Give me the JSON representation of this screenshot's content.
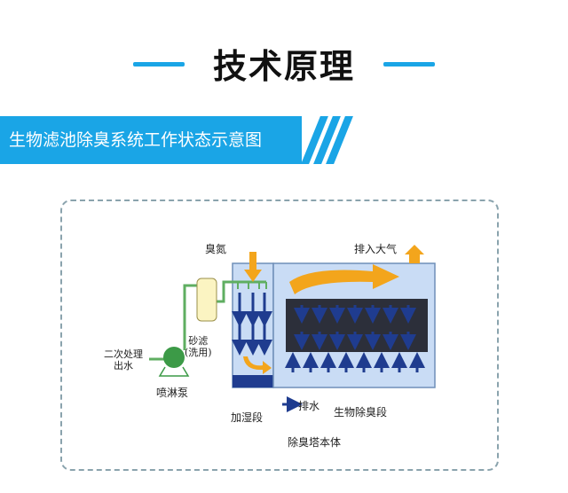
{
  "header": {
    "title": "技术原理",
    "accent_color": "#1aa5e6"
  },
  "banner": {
    "text": "生物滤池除臭系统工作状态示意图",
    "color": "#1aa5e6"
  },
  "diagram": {
    "labels": {
      "odor_in": "臭氮",
      "exhaust": "排入大气",
      "filter_tank": "砂滤\n(洗用)",
      "secondary_effluent": "二次处理\n出水",
      "spray_pump": "喷淋泵",
      "humidify_section": "加湿段",
      "drain": "排水",
      "bio_section": "生物除臭段",
      "deodor_tower": "除臭塔本体"
    },
    "colors": {
      "tank_fill": "#c9dcf5",
      "tank_stroke": "#6f8fb8",
      "media_dark": "#2c2f3a",
      "air_arrow": "#f3a51c",
      "water_arrow": "#1f3c8f",
      "pump_green": "#3c9a47",
      "filter_yellow": "#fbf4c2",
      "pipe_green": "#5fae61"
    }
  }
}
